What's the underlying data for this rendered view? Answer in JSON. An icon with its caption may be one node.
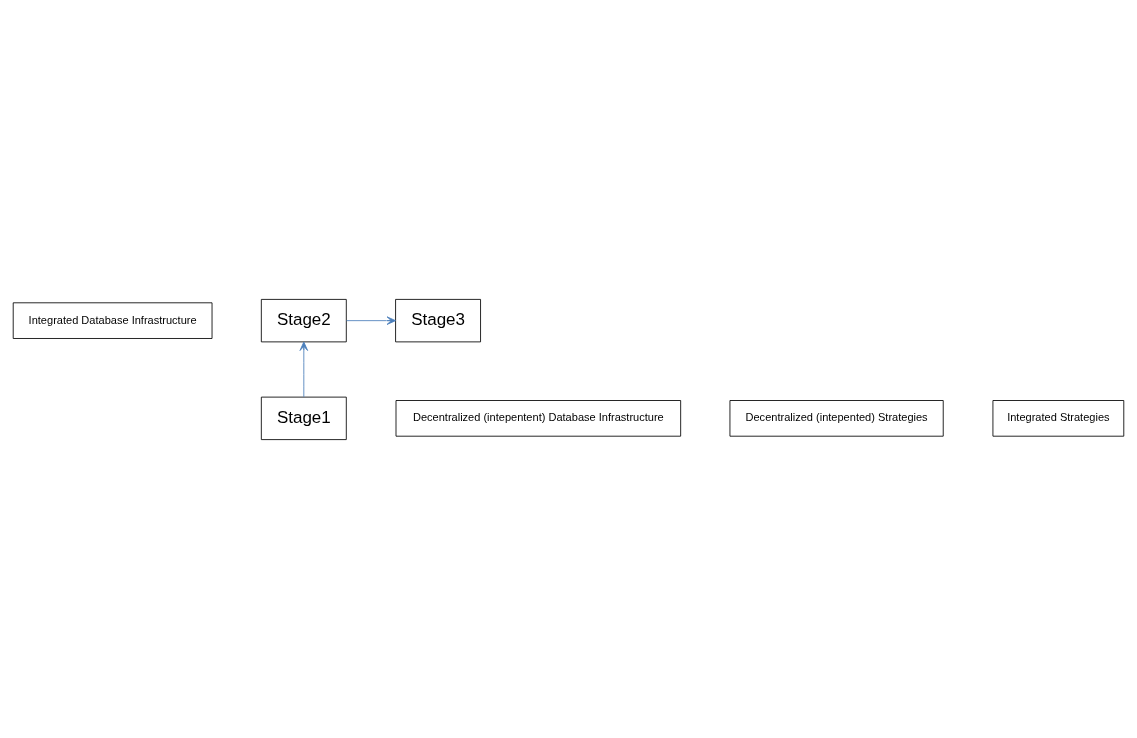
{
  "diagram": {
    "nodes": [
      {
        "text": [
          "Integrated Database Infrastructure"
        ]
      },
      {
        "text": [
          "Stage2"
        ]
      },
      {
        "text": [
          "Stage3"
        ]
      },
      {
        "text": [
          "Decentralized (intepentent) Database Infrastructure"
        ]
      },
      {
        "text": [
          "Stage1"
        ]
      },
      {
        "text": [
          "Decentralized (intepented) Strategies"
        ]
      },
      {
        "text": [
          "Integrated Strategies"
        ]
      }
    ],
    "edges": [
      {
        "from": 4,
        "to": 1,
        "arrow": "to"
      },
      {
        "from": 1,
        "to": 2,
        "arrow": "to"
      }
    ]
  }
}
